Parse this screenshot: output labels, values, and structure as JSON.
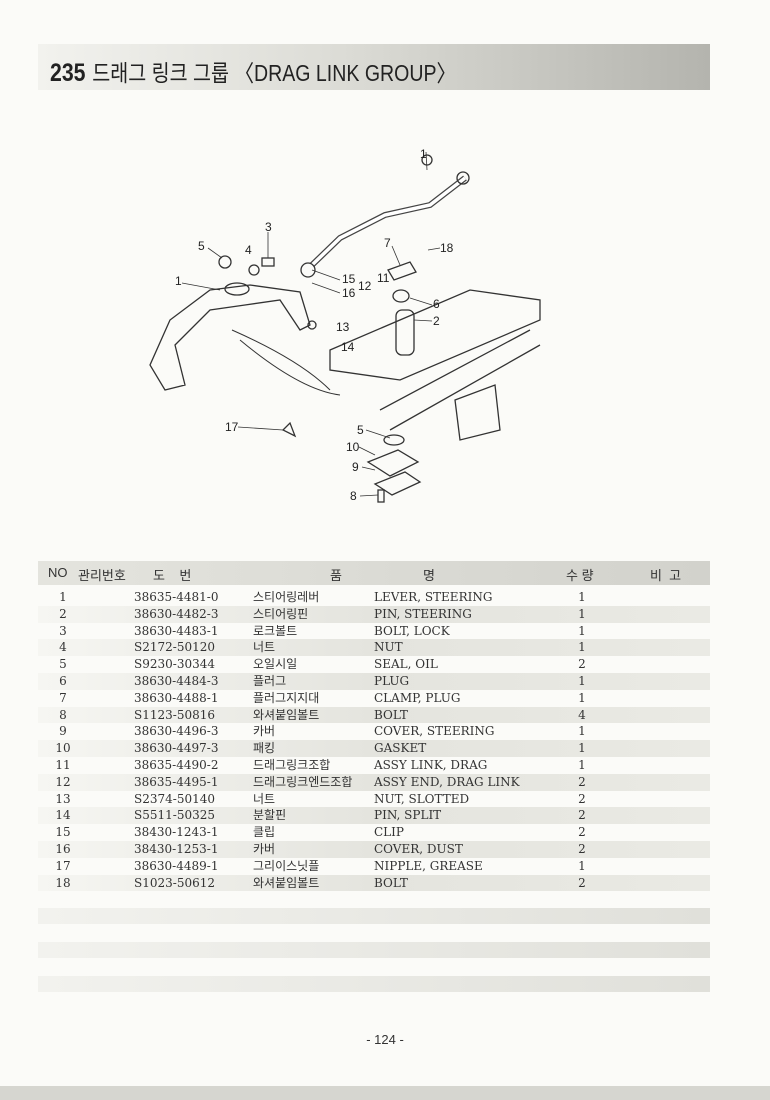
{
  "header": {
    "number": "235",
    "title": "드래그 링크 그룹 〈DRAG LINK GROUP〉"
  },
  "diagram": {
    "callouts": [
      "1",
      "3",
      "5",
      "4",
      "1",
      "7",
      "18",
      "15",
      "11",
      "16",
      "12",
      "6",
      "2",
      "13",
      "14",
      "17",
      "5",
      "10",
      "9",
      "8"
    ]
  },
  "table": {
    "headers": {
      "no": "NO",
      "mgmt": "관리번호",
      "part_no": "도    번",
      "name1": "품",
      "name2": "명",
      "qty": "수 량",
      "remarks": "비  고"
    },
    "rows": [
      {
        "no": "1",
        "part_no": "38635-4481-0",
        "kr": "스티어링레버",
        "en": "LEVER, STEERING",
        "qty": "1"
      },
      {
        "no": "2",
        "part_no": "38630-4482-3",
        "kr": "스티어링핀",
        "en": "PIN, STEERING",
        "qty": "1"
      },
      {
        "no": "3",
        "part_no": "38630-4483-1",
        "kr": "로크볼트",
        "en": "BOLT, LOCK",
        "qty": "1"
      },
      {
        "no": "4",
        "part_no": "S2172-50120",
        "kr": "너트",
        "en": "NUT",
        "qty": "1"
      },
      {
        "no": "5",
        "part_no": "S9230-30344",
        "kr": "오일시일",
        "en": "SEAL, OIL",
        "qty": "2"
      },
      {
        "no": "6",
        "part_no": "38630-4484-3",
        "kr": "플러그",
        "en": "PLUG",
        "qty": "1"
      },
      {
        "no": "7",
        "part_no": "38630-4488-1",
        "kr": "플러그지지대",
        "en": "CLAMP, PLUG",
        "qty": "1"
      },
      {
        "no": "8",
        "part_no": "S1123-50816",
        "kr": "와셔붙임볼트",
        "en": "BOLT",
        "qty": "4"
      },
      {
        "no": "9",
        "part_no": "38630-4496-3",
        "kr": "카버",
        "en": "COVER, STEERING",
        "qty": "1"
      },
      {
        "no": "10",
        "part_no": "38630-4497-3",
        "kr": "패킹",
        "en": "GASKET",
        "qty": "1"
      },
      {
        "no": "11",
        "part_no": "38635-4490-2",
        "kr": "드래그링크조합",
        "en": "ASSY LINK, DRAG",
        "qty": "1"
      },
      {
        "no": "12",
        "part_no": "38635-4495-1",
        "kr": "드래그링크엔드조합",
        "en": "ASSY END, DRAG LINK",
        "qty": "2"
      },
      {
        "no": "13",
        "part_no": "S2374-50140",
        "kr": "너트",
        "en": "NUT, SLOTTED",
        "qty": "2"
      },
      {
        "no": "14",
        "part_no": "S5511-50325",
        "kr": "분할핀",
        "en": "PIN, SPLIT",
        "qty": "2"
      },
      {
        "no": "15",
        "part_no": "38430-1243-1",
        "kr": "클립",
        "en": "CLIP",
        "qty": "2"
      },
      {
        "no": "16",
        "part_no": "38430-1253-1",
        "kr": "카버",
        "en": "COVER, DUST",
        "qty": "2"
      },
      {
        "no": "17",
        "part_no": "38630-4489-1",
        "kr": "그리이스닛플",
        "en": "NIPPLE, GREASE",
        "qty": "1"
      },
      {
        "no": "18",
        "part_no": "S1023-50612",
        "kr": "와셔붙임볼트",
        "en": "BOLT",
        "qty": "2"
      }
    ]
  },
  "footer": {
    "page": "- 124 -"
  }
}
